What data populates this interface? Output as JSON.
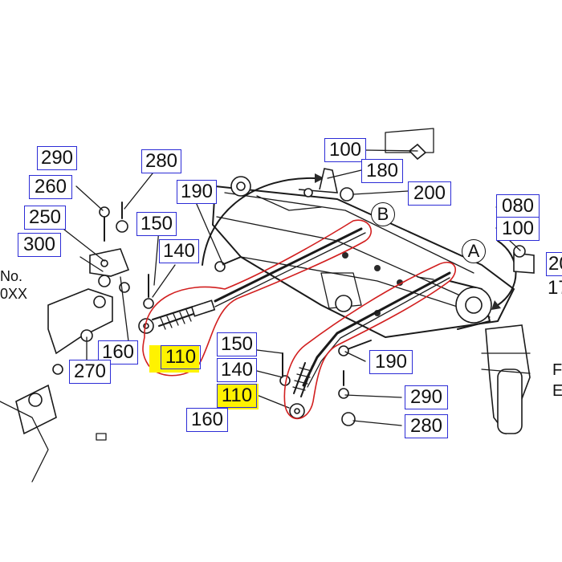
{
  "callouts": {
    "c290a": "290",
    "c280a": "280",
    "c260": "260",
    "c250": "250",
    "c300": "300",
    "c190a": "190",
    "c150a": "150",
    "c140a": "140",
    "c160a": "160",
    "c270": "270",
    "c110a": "110",
    "c100a": "100",
    "c180": "180",
    "c200": "200",
    "c080": "080",
    "c100b": "100",
    "c20x": "20",
    "c17x": "17",
    "c190b": "190",
    "c150b": "150",
    "c140b": "140",
    "c110b": "110",
    "c160b": "160",
    "c290b": "290",
    "c280b": "280"
  },
  "markers": {
    "a": "A",
    "b": "B"
  },
  "side_text": {
    "no": "No.",
    "oxx": "0XX",
    "f": "F",
    "e": "E"
  },
  "colors": {
    "callout_border": "#2c2cd6",
    "highlight": "#fff200",
    "annotation_red": "#d21f1f",
    "linework": "#1a1a1a"
  }
}
